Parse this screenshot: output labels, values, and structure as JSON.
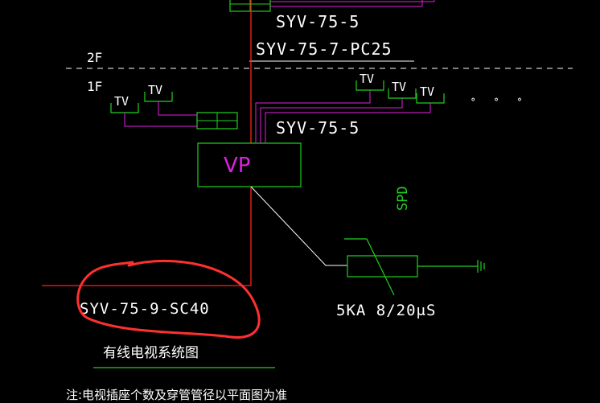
{
  "diagram": {
    "floors": {
      "upper": "2F",
      "lower": "1F"
    },
    "cables": {
      "top_branch": "SYV-75-5",
      "riser": "SYV-75-7-PC25",
      "vp_branch": "SYV-75-5",
      "entry": "SYV-75-9-SC40"
    },
    "outlets": {
      "label": "TV"
    },
    "vp_label": "VP",
    "spd": {
      "label": "SPD",
      "rating": "5KA 8/20μS"
    },
    "ellipsis": "˚ ˚ ˚",
    "title": "有线电视系统图",
    "note": "注:电视插座个数及穿管管径以平面图为准"
  },
  "colors": {
    "background": "#000000",
    "riser_line": "#ff2020",
    "branch_line": "#e020e0",
    "equipment": "#20d020",
    "text": "#ffffff",
    "annotation_circle": "#ff3030"
  }
}
